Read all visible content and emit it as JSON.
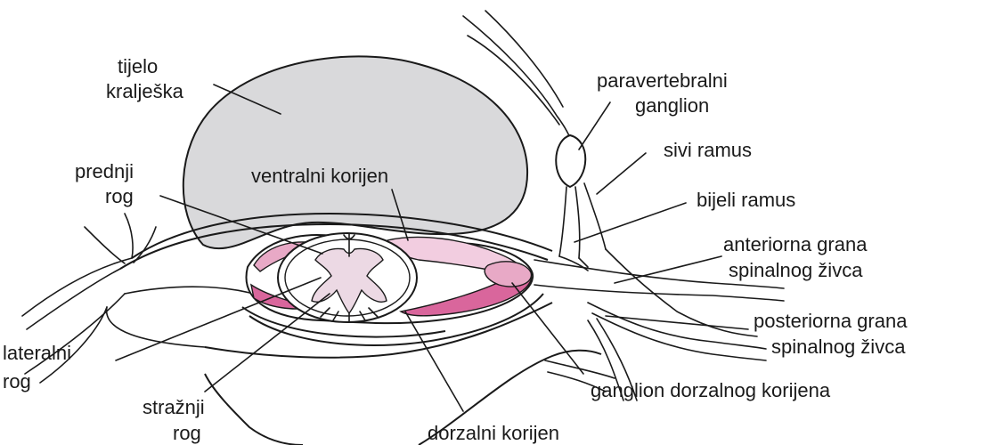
{
  "labels": {
    "vertebral_body": [
      "tijelo",
      "kralješka"
    ],
    "paravertebral_ganglion": [
      "paravertebralni",
      "ganglion"
    ],
    "grey_ramus": "sivi ramus",
    "white_ramus": "bijeli ramus",
    "ventral_root": "ventralni korijen",
    "anterior_horn": [
      "prednji",
      "rog"
    ],
    "anterior_branch": [
      "anteriorna grana",
      "spinalnog živca"
    ],
    "posterior_branch": [
      "posteriorna grana",
      "spinalnog živca"
    ],
    "lateral_horn": [
      "lateralni",
      "rog"
    ],
    "dorsal_root_ganglion": "ganglion dorzalnog korijena",
    "posterior_horn": [
      "stražnji",
      "rog"
    ],
    "dorsal_root": "dorzalni korijen"
  },
  "colors": {
    "vertebral_body_fill": "#d9d9db",
    "grey_matter_fill": "#ecd9e4",
    "root_pink": "#e8a9c6",
    "root_pink_dark": "#d9669c",
    "line": "#1a1a1a"
  }
}
